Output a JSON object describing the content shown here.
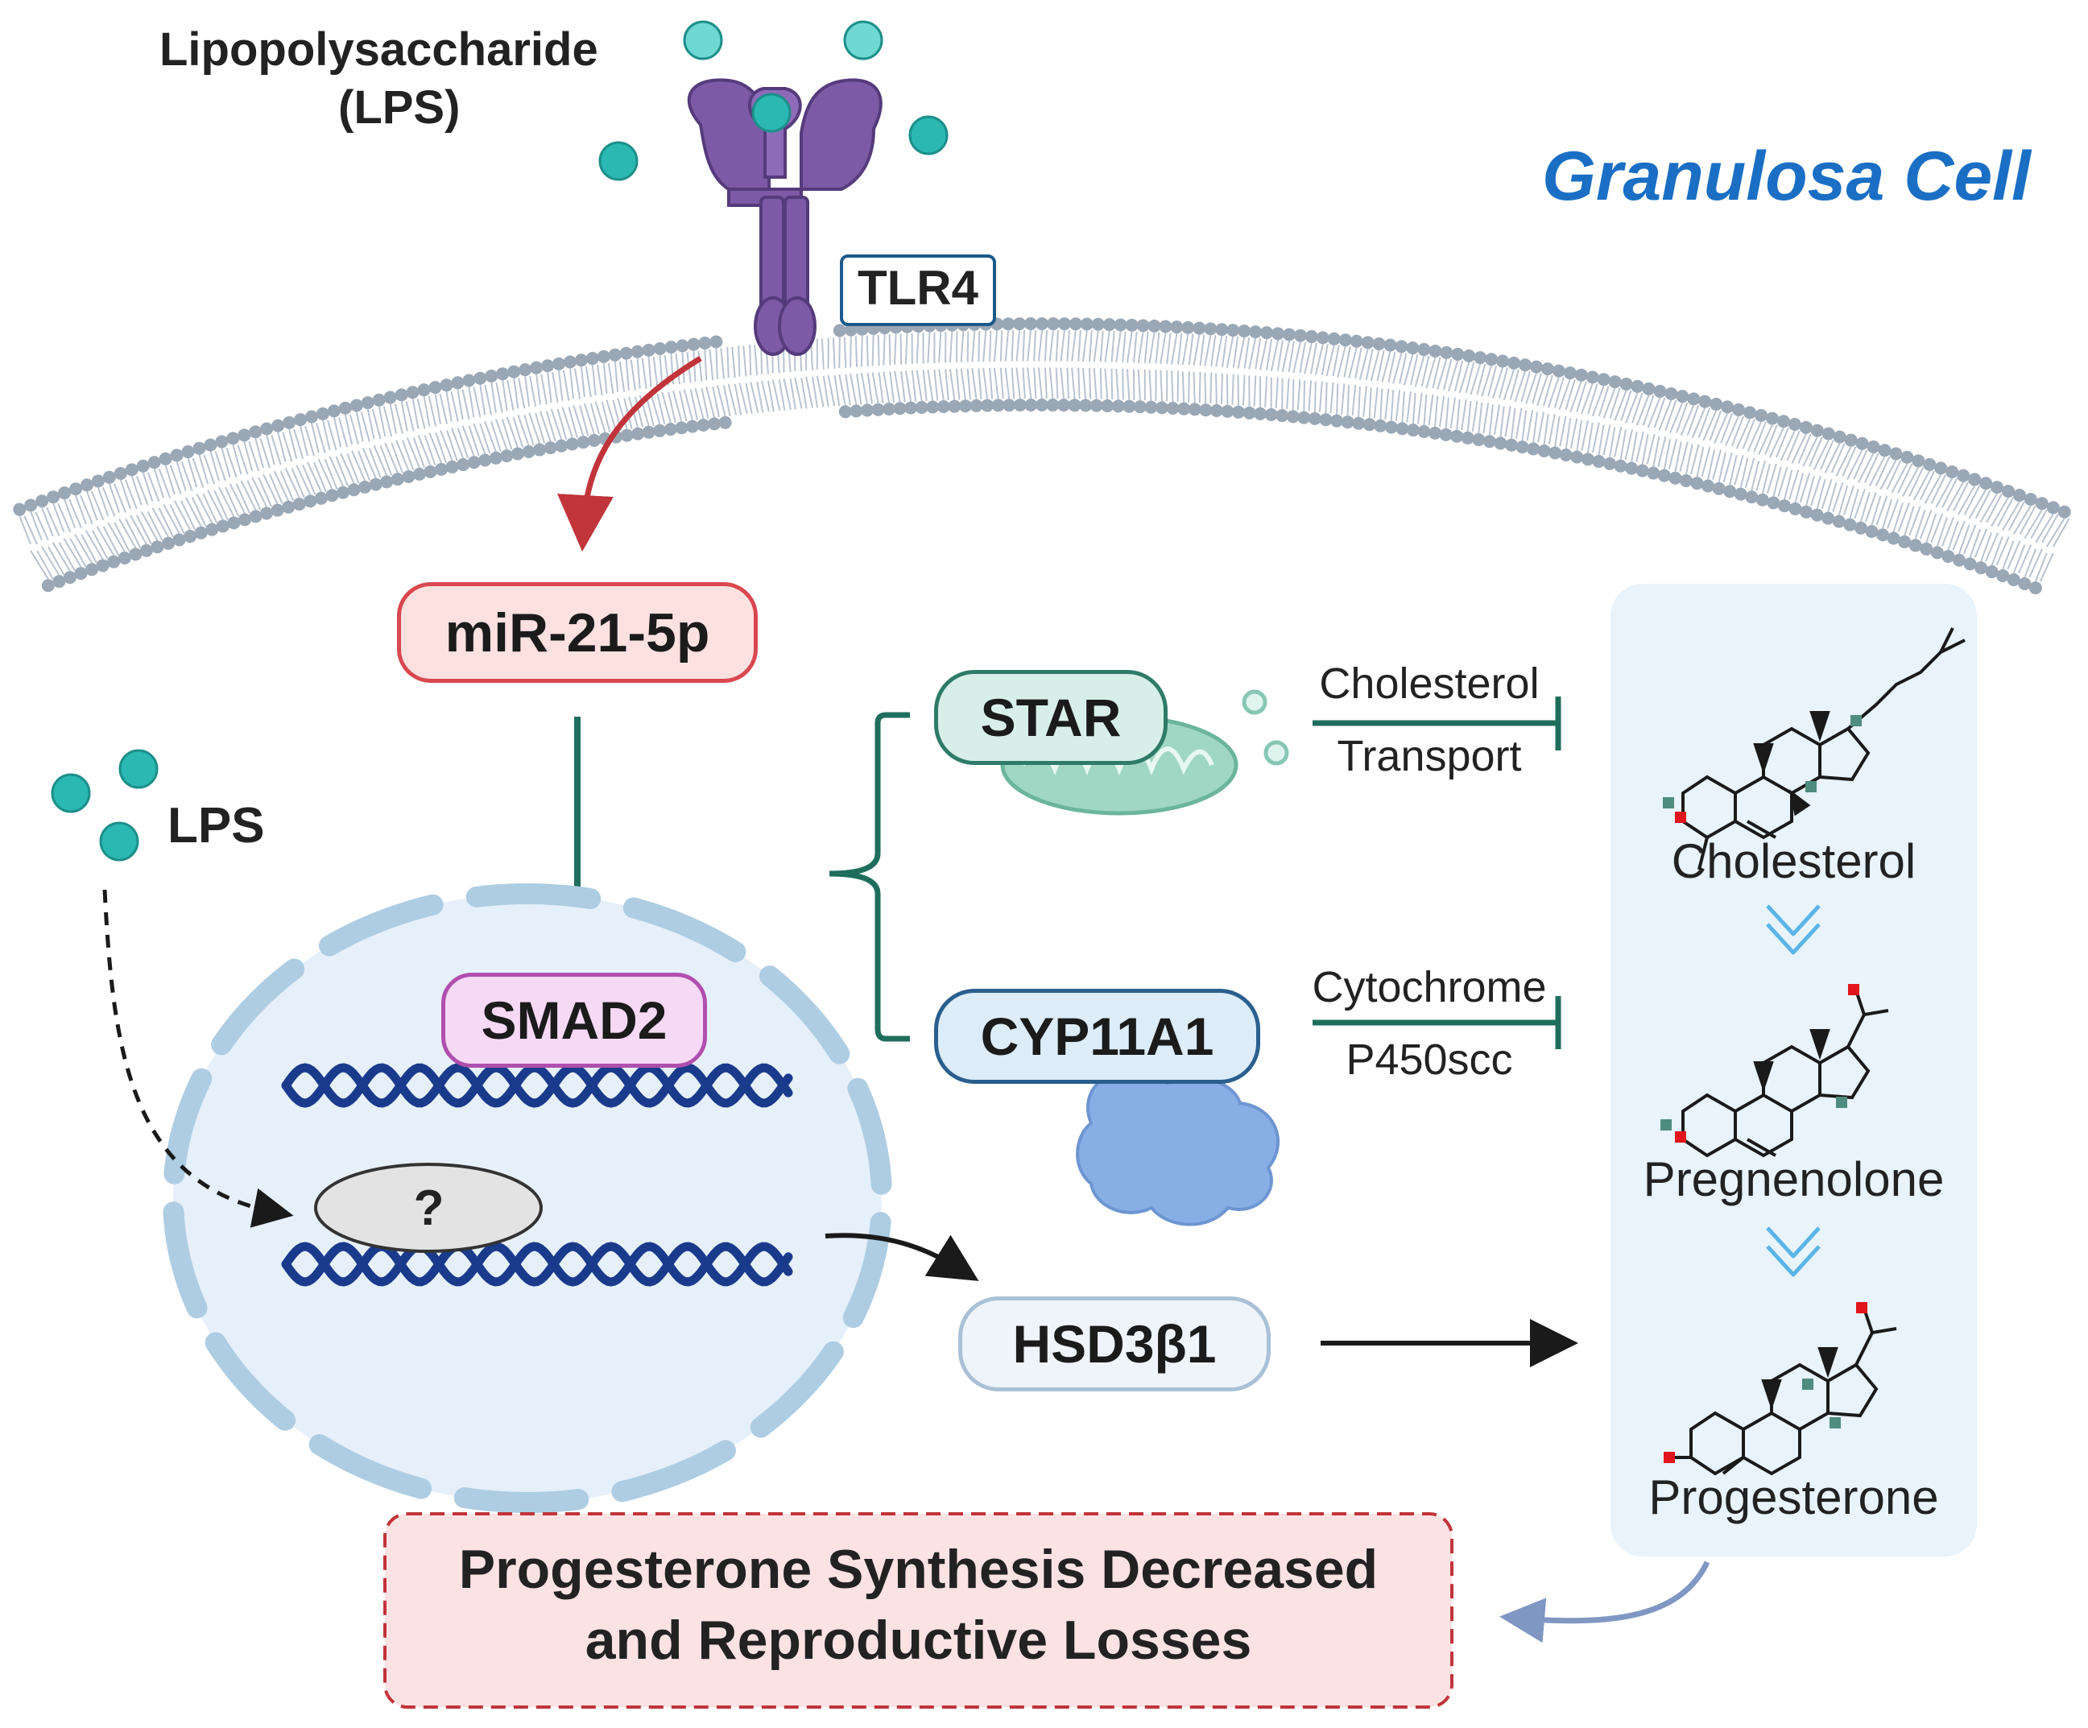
{
  "title": "Granulosa Cell",
  "lps_top_line1": "Lipopolysaccharide",
  "lps_top_line2": "(LPS)",
  "receptor": "TLR4",
  "mirna": "miR-21-5p",
  "lps_side": "LPS",
  "smad": "SMAD2",
  "unknown": "?",
  "star": "STAR",
  "cyp": "CYP11A1",
  "hsd": "HSD3β1",
  "star_action_line1": "Cholesterol",
  "star_action_line2": "Transport",
  "cyp_action_line1": "Cytochrome",
  "cyp_action_line2": "P450scc",
  "metabolites": [
    "Cholesterol",
    "Pregnenolone",
    "Progesterone"
  ],
  "outcome_line1": "Progesterone Synthesis Decreased",
  "outcome_line2": "and Reproductive Losses",
  "colors": {
    "title": "#1a6fc4",
    "activation_arrow": "#c0343a",
    "inhibition": "#1f6e5c",
    "lps_bead": "#2bb8b3",
    "receptor": "#7d5aa6",
    "membrane": "#9aa7b5",
    "mirna_fill": "#fde1e1",
    "mirna_border": "#d9474f",
    "smad_fill": "#f6d9f5",
    "smad_border": "#b04fae",
    "star_fill": "#d8efe9",
    "star_border": "#2e7b68",
    "cyp_fill": "#dcecf8",
    "cyp_border": "#2a5f8e",
    "hsd_fill": "#eef4fa",
    "hsd_border": "#aac0d6",
    "dna": "#1a3a8c",
    "nucleus_fill": "#e6f0fa",
    "pathway_panel": "#e8f3fb",
    "outcome_fill": "#fde2e4",
    "outcome_border": "#c0343a"
  }
}
